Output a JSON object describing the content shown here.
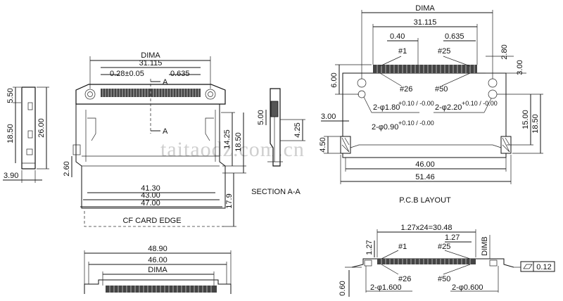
{
  "watermark": "taitaodz.com.cn",
  "side_view": {
    "dims": {
      "d1": "5.50",
      "d2": "18.50",
      "d3": "26.00",
      "d4": "3.90"
    }
  },
  "front_view": {
    "dims": {
      "dima": "DIMA",
      "d31115": "31.115",
      "d028": "0.28±0.05",
      "d0635": "0.635",
      "secA_top": "A",
      "secA_bot": "A",
      "d1425": "14.25",
      "d1850": "18.50",
      "d260": "2.60",
      "d4130": "41.30",
      "d4300": "43.00",
      "d4700": "47.00",
      "d179": "17.9"
    },
    "cf_card_edge": "CF CARD EDGE"
  },
  "section_aa": {
    "label": "SECTION A-A",
    "dims": {
      "d500": "5.00",
      "d425": "4.25"
    }
  },
  "pcb_layout": {
    "label": "P.C.B LAYOUT",
    "dims": {
      "dima": "DIMA",
      "d31115": "31.115",
      "d040": "0.40",
      "d0635": "0.635",
      "d280": "2.80",
      "d300": "3.00",
      "d600": "6.00",
      "d1500": "15.00",
      "d1850": "18.50",
      "d300b": "3.00",
      "d450": "4.50",
      "d4600": "46.00",
      "d5146": "51.46"
    },
    "pins": {
      "p1": "#1",
      "p25": "#25",
      "p26": "#26",
      "p50": "#50"
    },
    "holes": {
      "h1": "2-φ1.80",
      "h1_tol": "+0.10 / -0.00",
      "h2": "2-φ2.20",
      "h2_tol": "+0.10 / -0.00",
      "h3": "2-φ0.90",
      "h3_tol": "+0.10 / -0.00"
    }
  },
  "bottom_view": {
    "dims": {
      "d4890": "48.90",
      "d4600": "46.00",
      "dima": "DIMA"
    }
  },
  "footprint": {
    "dims": {
      "pitch": "1.27x24=30.48",
      "d127a": "1.27",
      "d127b": "1.27",
      "dimb": "DIMB",
      "d060": "0.60",
      "flat": "0.12"
    },
    "pins": {
      "p1": "#1",
      "p25": "#25",
      "p26": "#26",
      "p50": "#50"
    },
    "holes": {
      "h1": "2-φ1.600",
      "h2": "2-φ0.600"
    }
  }
}
